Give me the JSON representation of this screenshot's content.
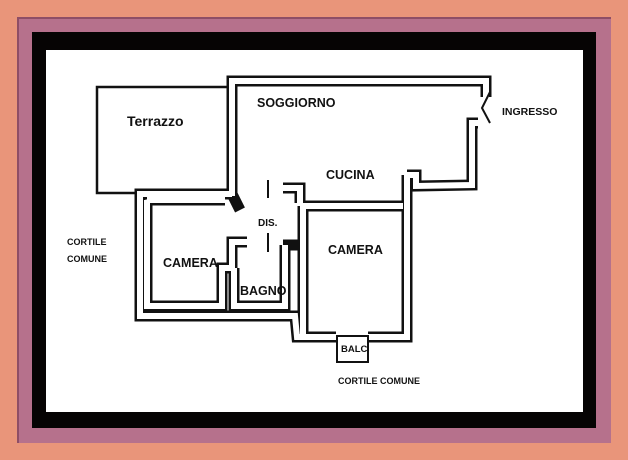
{
  "rooms": {
    "terrazzo": "Terrazzo",
    "soggiorno": "SOGGIORNO",
    "ingresso": "INGRESSO",
    "cucina": "CUCINA",
    "dis": "DIS.",
    "camera_left": "CAMERA",
    "camera_right": "CAMERA",
    "bagno": "BAGNO",
    "balc": "BALC"
  },
  "outside": {
    "cortile_left_line1": "CORTILE",
    "cortile_left_line2": "COMUNE",
    "cortile_bottom": "CORTILE COMUNE"
  },
  "colors": {
    "outer": "#e9957a",
    "mauve": "#b6718c",
    "black": "#060404"
  }
}
